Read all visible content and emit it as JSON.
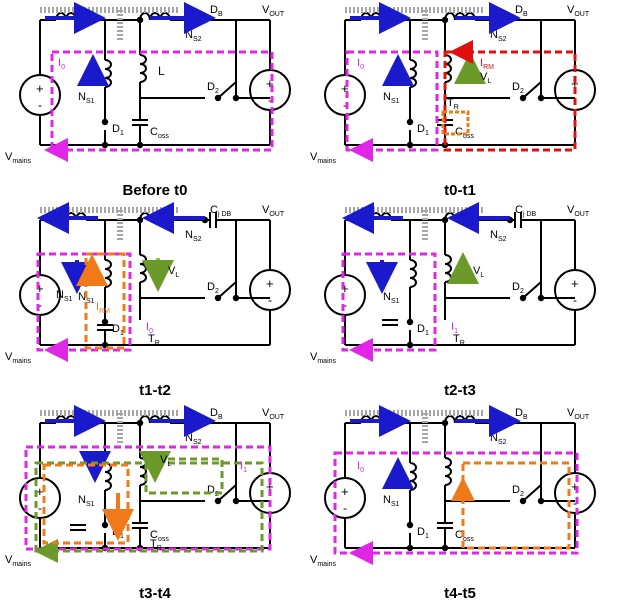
{
  "labels": {
    "ns2": "N",
    "ns2_sub": "S2",
    "ns1": "N",
    "ns1_sub": "S1",
    "db": "D",
    "db_sub": "B",
    "cjdb": "C",
    "cjdb_sub": "j DB",
    "vout": "V",
    "vout_sub": "OUT",
    "vmains": "V",
    "vmains_sub": "mains",
    "d1": "D",
    "d1_sub": "1",
    "d2": "D",
    "d2_sub": "2",
    "coss": "C",
    "coss_sub": "oss",
    "l": "L",
    "vl": "V",
    "vl_sub": "L",
    "tr": "T",
    "tr_sub": "R",
    "irm": "I",
    "irm_sub": "RM",
    "i0": "I",
    "i0_sub": "0",
    "i1": "I",
    "i1_sub": "1",
    "plus": "+",
    "minus": "-"
  },
  "panels": [
    {
      "caption": "Before t0"
    },
    {
      "caption": "t0-t1"
    },
    {
      "caption": "t1-t2"
    },
    {
      "caption": "t2-t3"
    },
    {
      "caption": "t3-t4"
    },
    {
      "caption": "t4-t5"
    }
  ],
  "colors": {
    "wire": "#000000",
    "core": "#a6a6a6",
    "blue_arrow": "#1a1acc",
    "magenta": "#e026e6",
    "red": "#e01010",
    "orange": "#f07a1a",
    "green": "#6b9a2a",
    "lime": "#8cc63f",
    "current_label": "#e026e6"
  }
}
